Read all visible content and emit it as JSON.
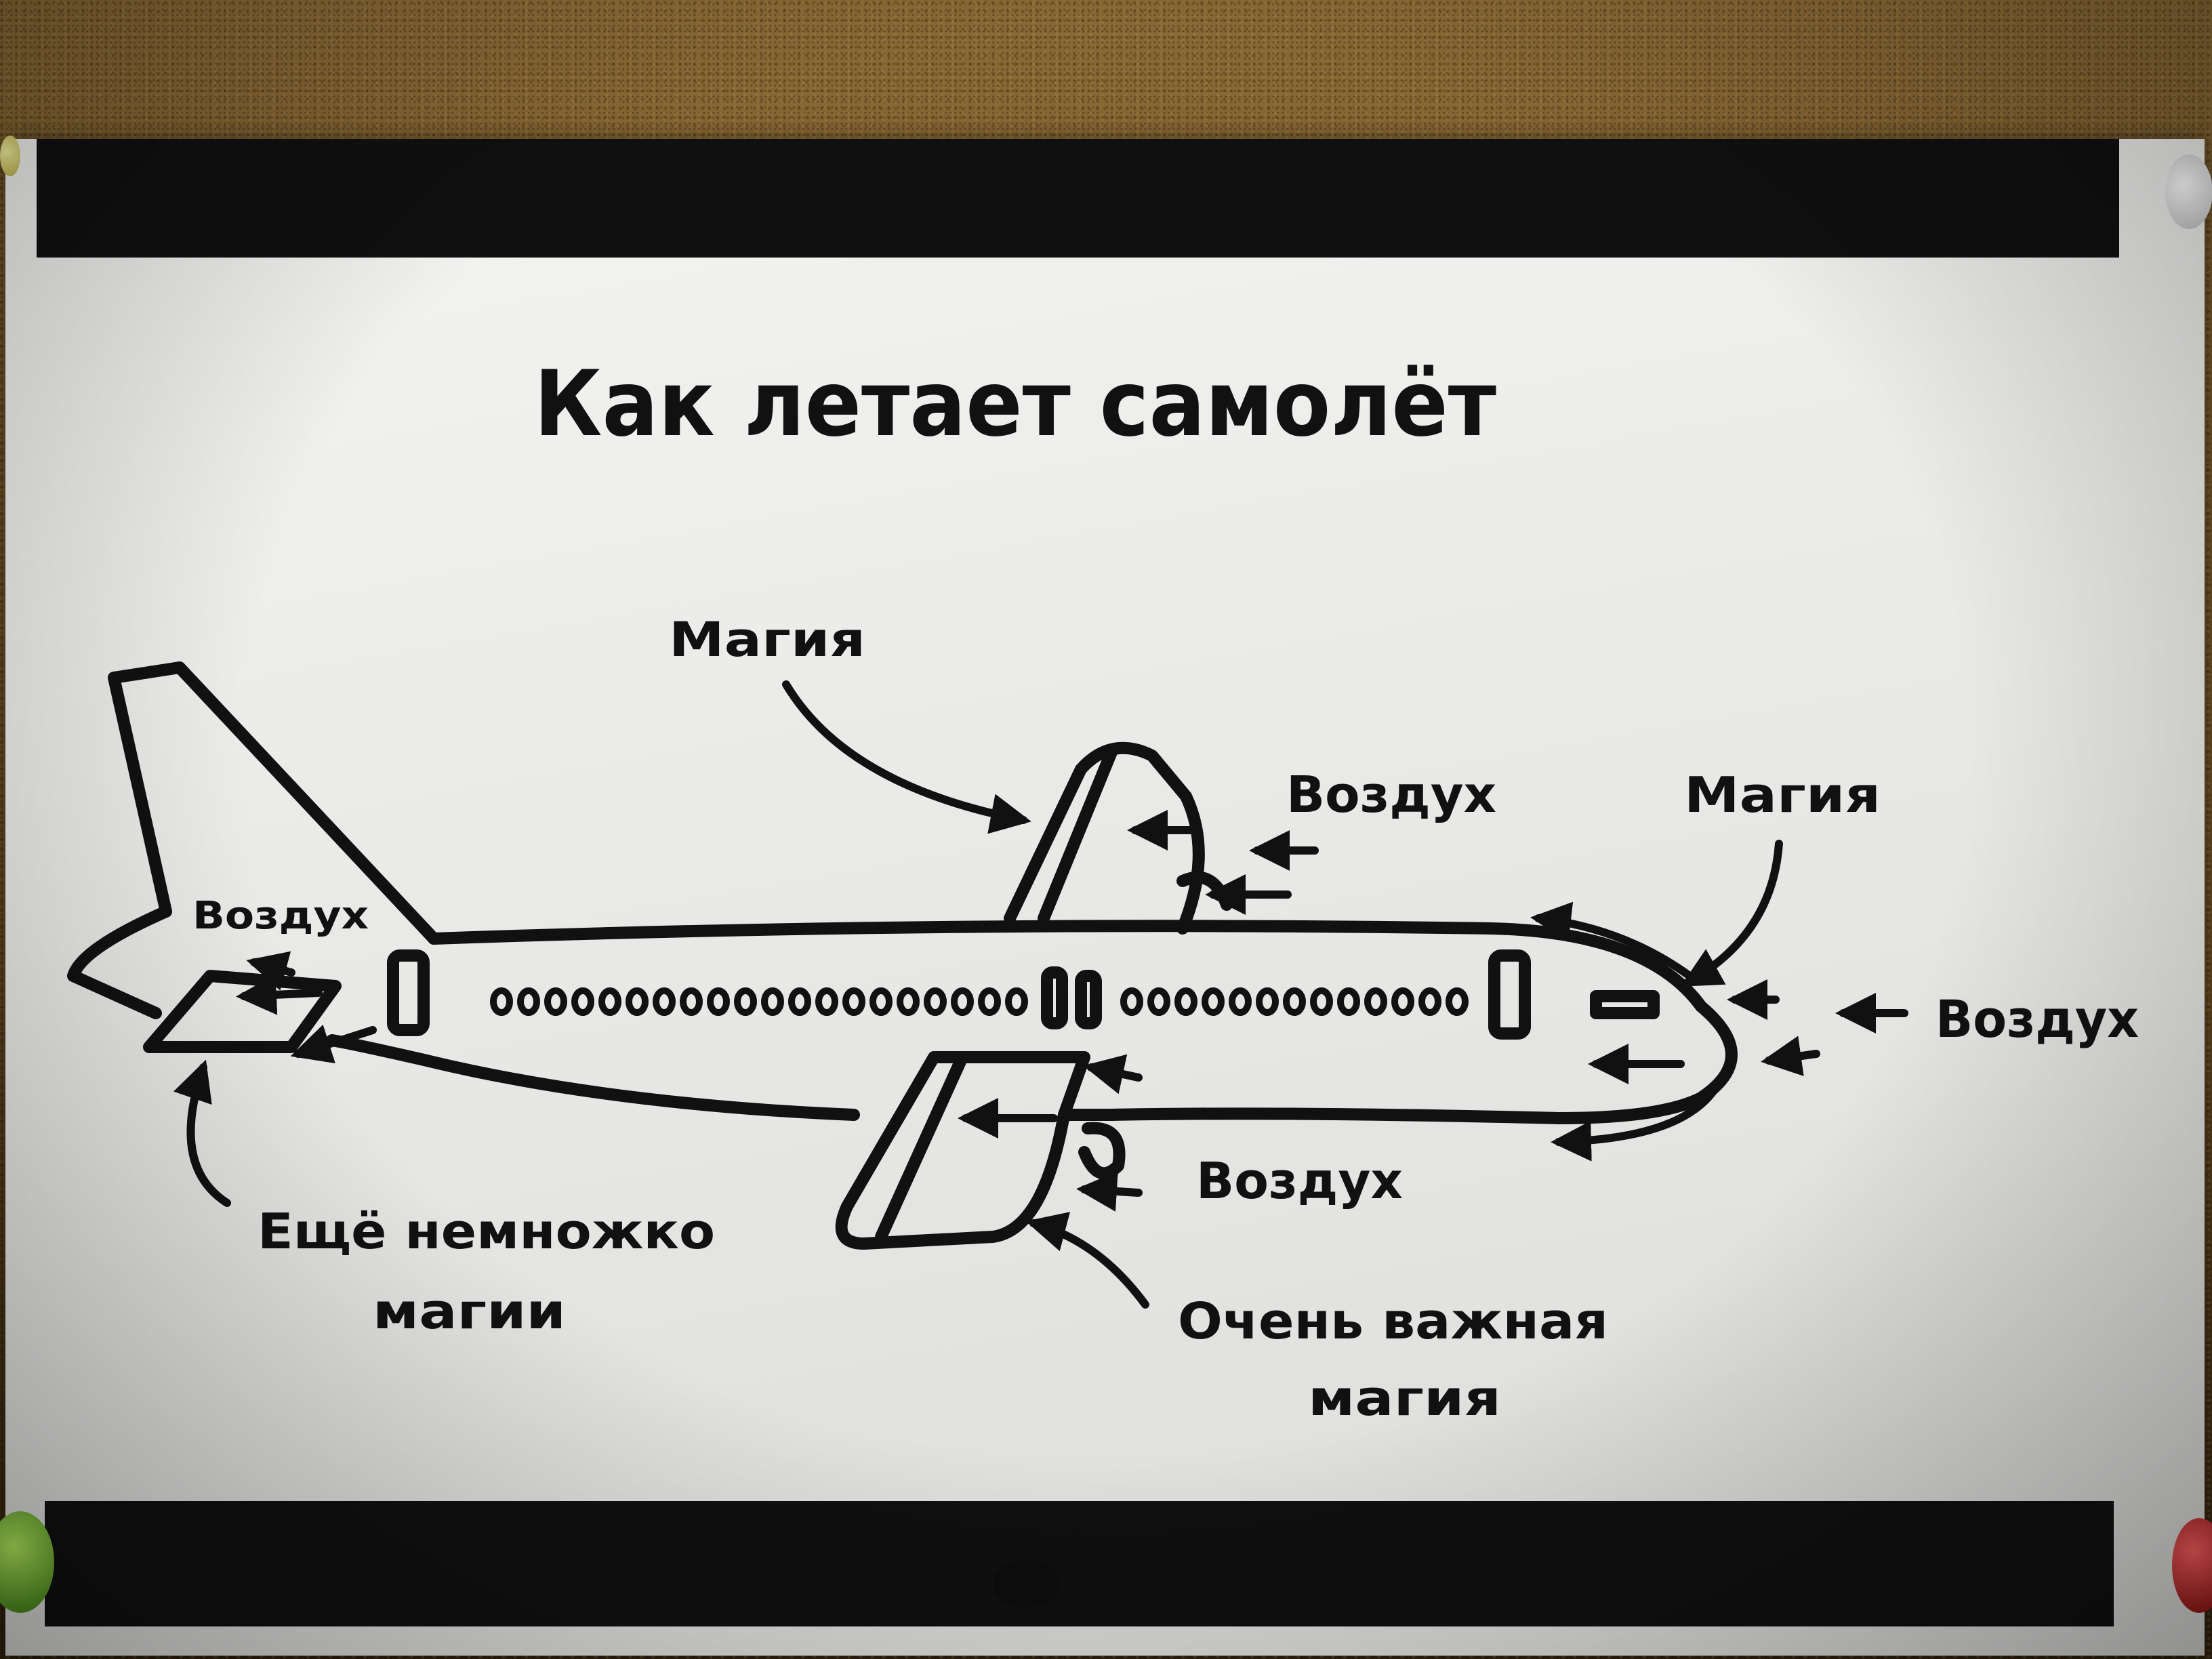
{
  "poster": {
    "title": "Как летает самолёт",
    "labels": {
      "magic_top": "Магия",
      "air_wing_top": "Воздух",
      "magic_nose": "Магия",
      "air_nose": "Воздух",
      "air_tail": "Воздух",
      "air_wing_bottom": "Воздух",
      "more_magic_line1": "Ещё немножко",
      "more_magic_line2": "магии",
      "important_magic_line1": "Очень важная",
      "important_magic_line2": "магия"
    }
  },
  "colors": {
    "ink": "#111111",
    "paper": "#ececea",
    "band": "#101010",
    "cork": "#7a5a2e"
  }
}
